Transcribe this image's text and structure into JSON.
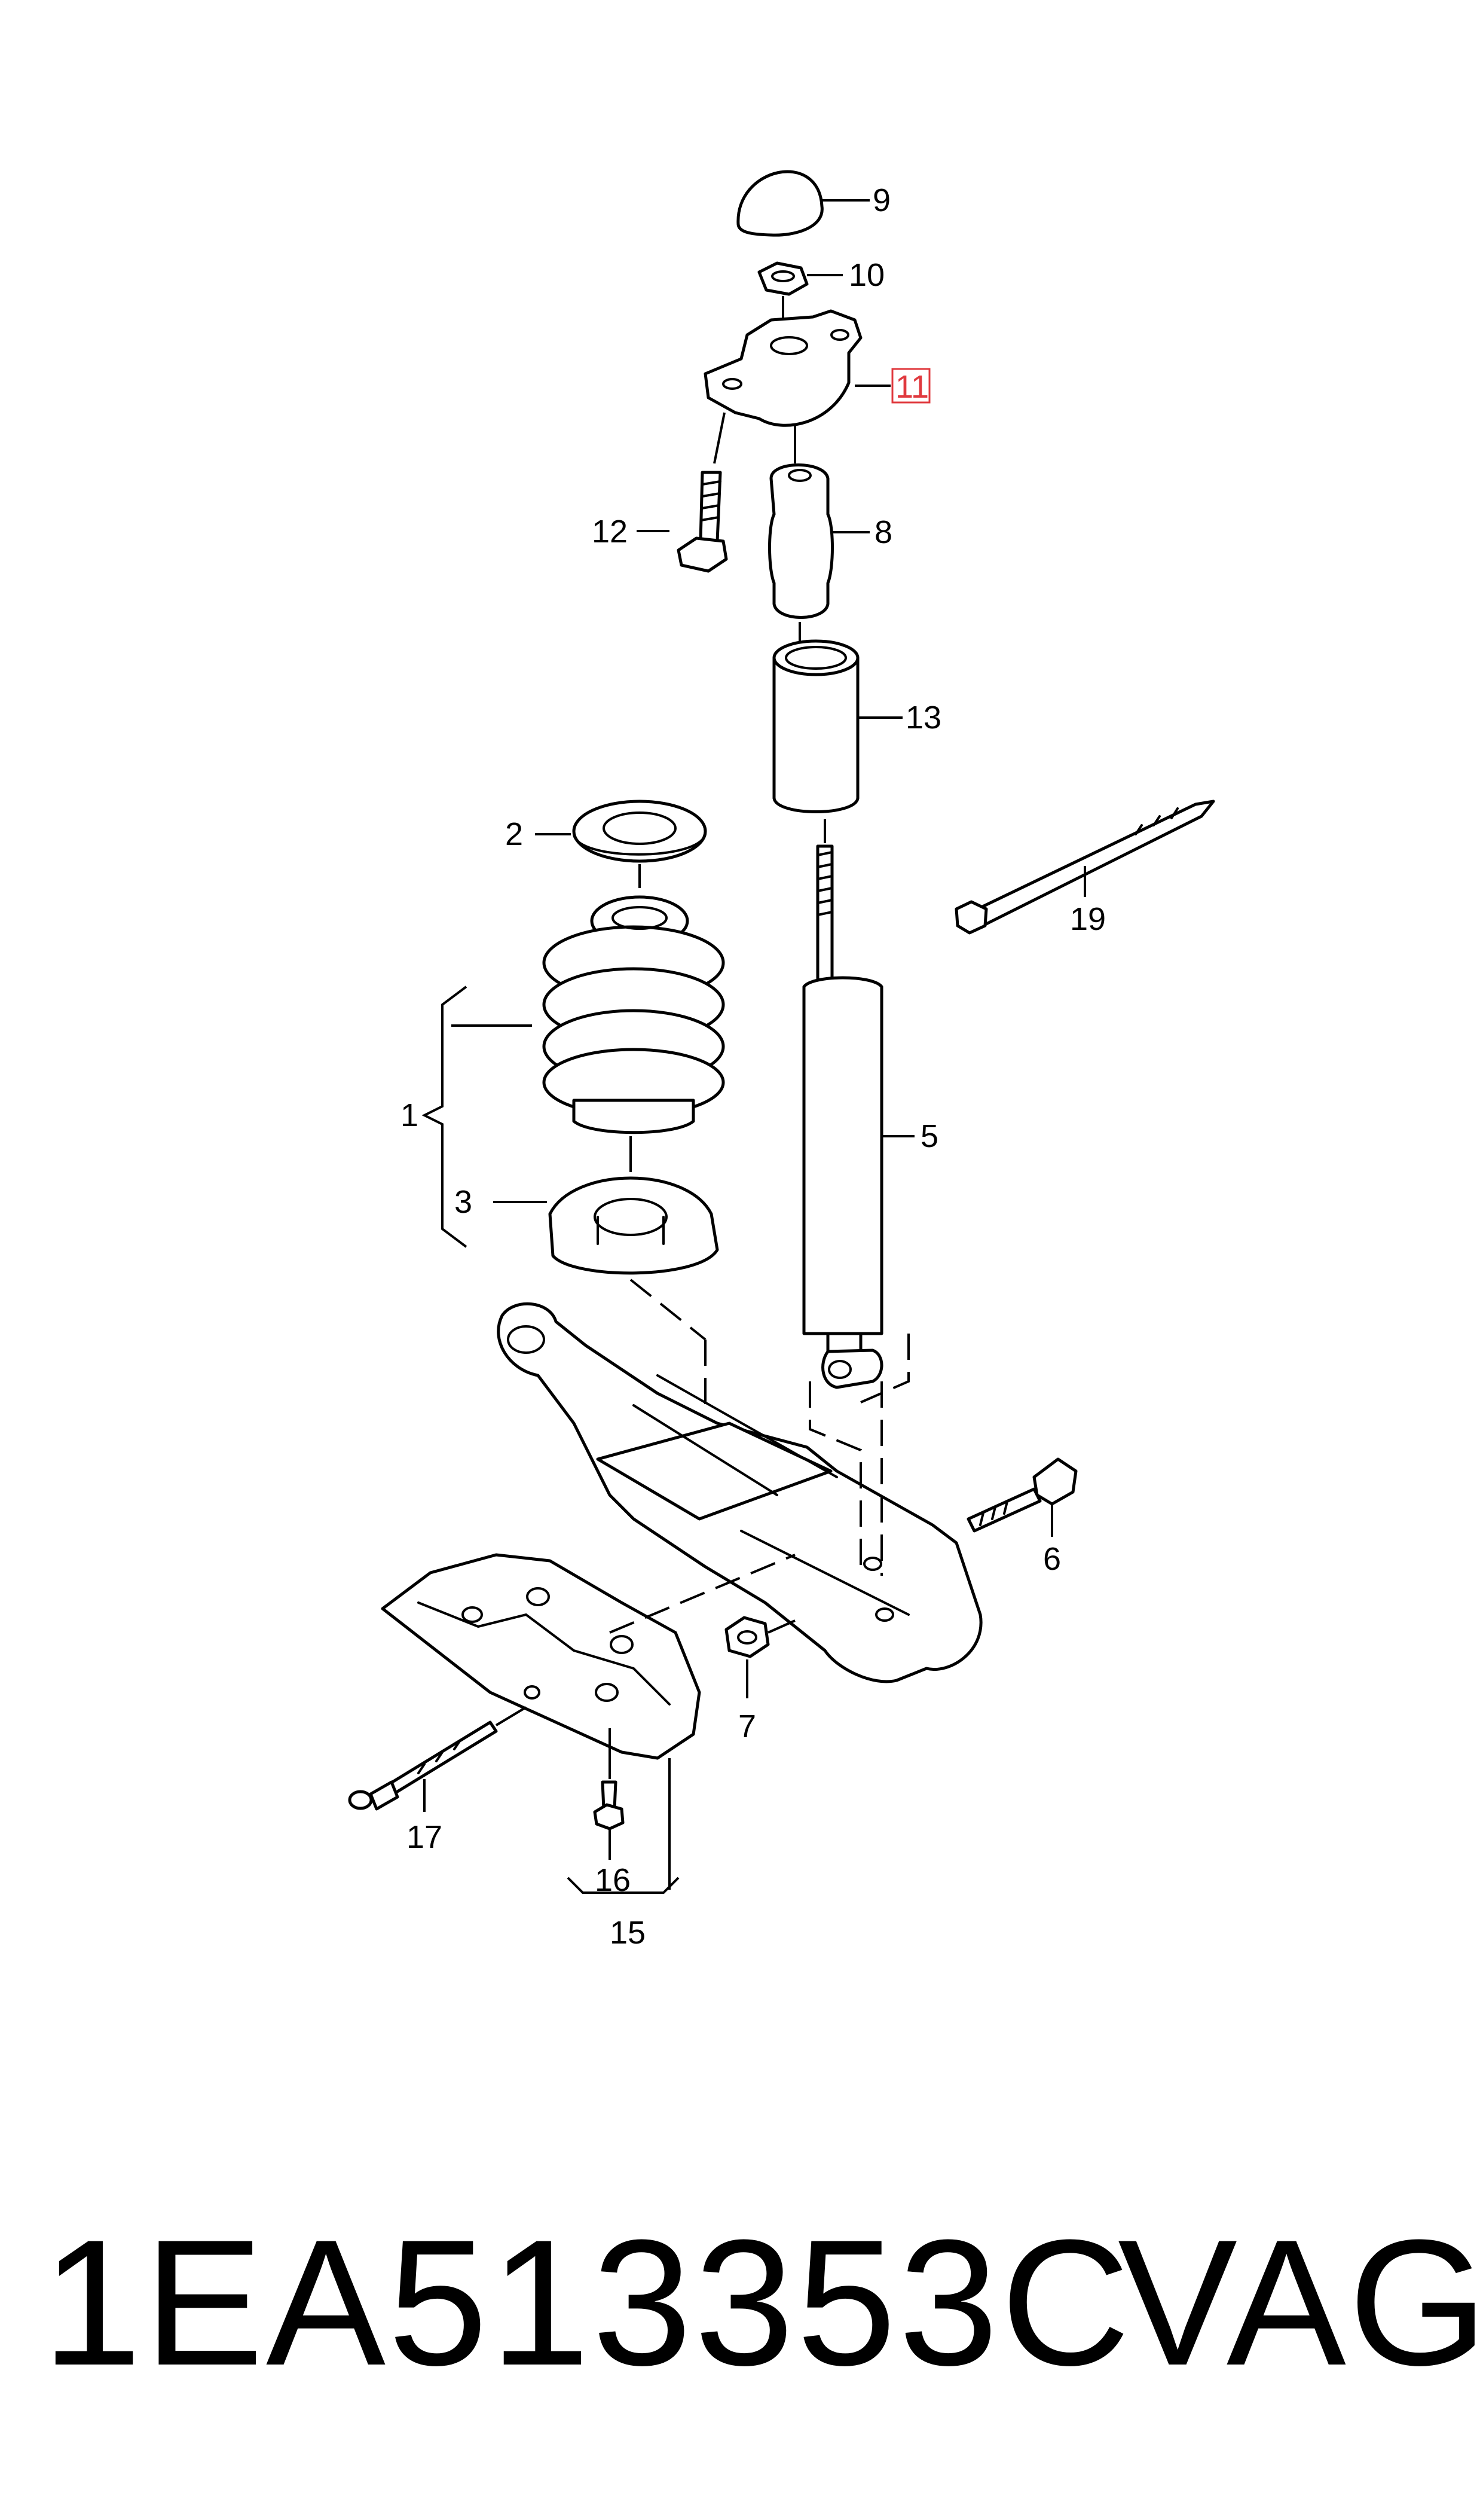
{
  "diagram": {
    "callouts": {
      "c1": "1",
      "c2": "2",
      "c3": "3",
      "c5": "5",
      "c6": "6",
      "c7": "7",
      "c8": "8",
      "c9": "9",
      "c10": "10",
      "c11": "11",
      "c12": "12",
      "c13": "13",
      "c15": "15",
      "c16": "16",
      "c17": "17",
      "c19": "19"
    },
    "highlight_color": "#e0393e"
  },
  "footer": {
    "part_number": "1EA513353C",
    "brand": "VAG"
  }
}
